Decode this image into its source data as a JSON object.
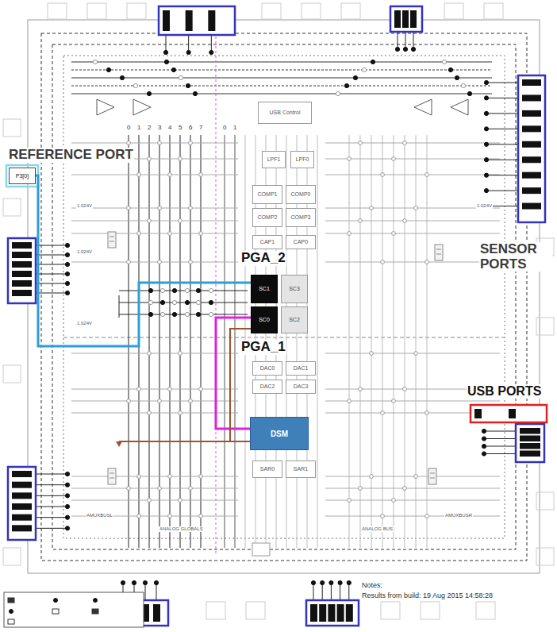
{
  "diagram": {
    "nodes": [
      {
        "text": [
          "USB Control"
        ]
      },
      {
        "text": [
          "LPF1"
        ]
      },
      {
        "text": [
          "LPF0"
        ]
      },
      {
        "text": [
          "COMP1"
        ]
      },
      {
        "text": [
          "COMP0"
        ]
      },
      {
        "text": [
          "COMP2"
        ]
      },
      {
        "text": [
          "COMP3"
        ]
      },
      {
        "text": [
          "CAP1"
        ]
      },
      {
        "text": [
          "CAP0"
        ]
      },
      {
        "text": [
          "SC1"
        ]
      },
      {
        "text": [
          "SC3"
        ]
      },
      {
        "text": [
          "SC0"
        ]
      },
      {
        "text": [
          "SC2"
        ]
      },
      {
        "text": [
          "DAC0"
        ]
      },
      {
        "text": [
          "DAC1"
        ]
      },
      {
        "text": [
          "DAC2"
        ]
      },
      {
        "text": [
          "DAC3"
        ]
      },
      {
        "text": [
          "DSM"
        ]
      },
      {
        "text": [
          "SAR0"
        ]
      },
      {
        "text": [
          "SAR1"
        ]
      },
      {
        "text": [
          "P3[0]"
        ]
      }
    ],
    "edges": [
      {
        "from": 20,
        "to": 9,
        "arrow": "none"
      },
      {
        "from": 11,
        "to": 17,
        "arrow": "none"
      },
      {
        "from": 11,
        "to": 17,
        "arrow": "none"
      }
    ],
    "labels": [
      "REFERENCE PORT",
      "PGA_2",
      "PGA_1",
      "SENSOR PORTS",
      "USB PORTS",
      "Notes:",
      "Results from build: 19 Aug 2015 14:58:28",
      "0",
      "1",
      "2",
      "3",
      "4",
      "5",
      "6",
      "7",
      "0",
      "1",
      "AMUXBUSL",
      "AMUXBUSR",
      "ANALOG GLOBALS",
      "ANALOG BUS",
      "1.024V",
      "1.024V",
      "1.024V",
      "1.024V"
    ]
  }
}
